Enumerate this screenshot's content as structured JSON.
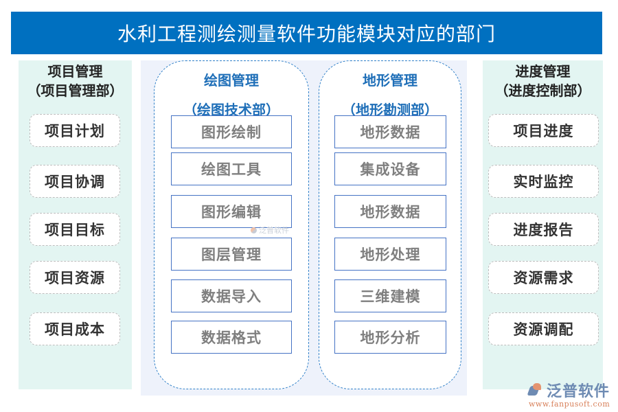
{
  "title": "水利工程测绘测量软件功能模块对应的部门",
  "left_panel": {
    "heading_line1": "项目管理",
    "heading_line2": "（项目管理部）",
    "items": [
      "项目计划",
      "项目协调",
      "项目目标",
      "项目资源",
      "项目成本"
    ]
  },
  "center_panel": {
    "groups": [
      {
        "title": "绘图管理",
        "department": "（绘图技术部）",
        "items": [
          "图形绘制",
          "绘图工具",
          "图形编辑",
          "图层管理",
          "数据导入",
          "数据格式"
        ]
      },
      {
        "title": "地形管理",
        "department": "（地形勘测部）",
        "items": [
          "地形数据",
          "集成设备",
          "地形数据",
          "地形处理",
          "三维建模",
          "地形分析"
        ]
      }
    ],
    "watermark": "泛普软件"
  },
  "right_panel": {
    "heading_line1": "进度管理",
    "heading_line2": "（进度控制部）",
    "items": [
      "项目进度",
      "实时监控",
      "进度报告",
      "资源需求",
      "资源调配"
    ]
  },
  "logo": {
    "name": "泛普软件",
    "url": "www.fanpusoft.com"
  },
  "colors": {
    "title_bg": "#0070C0",
    "side_panel_bg": "#E3F5F2",
    "center_panel_bg": "#EEF2FB",
    "capsule_border": "#2E7FC8",
    "module_border": "#4472C4",
    "group_title": "#1F6FB8"
  }
}
